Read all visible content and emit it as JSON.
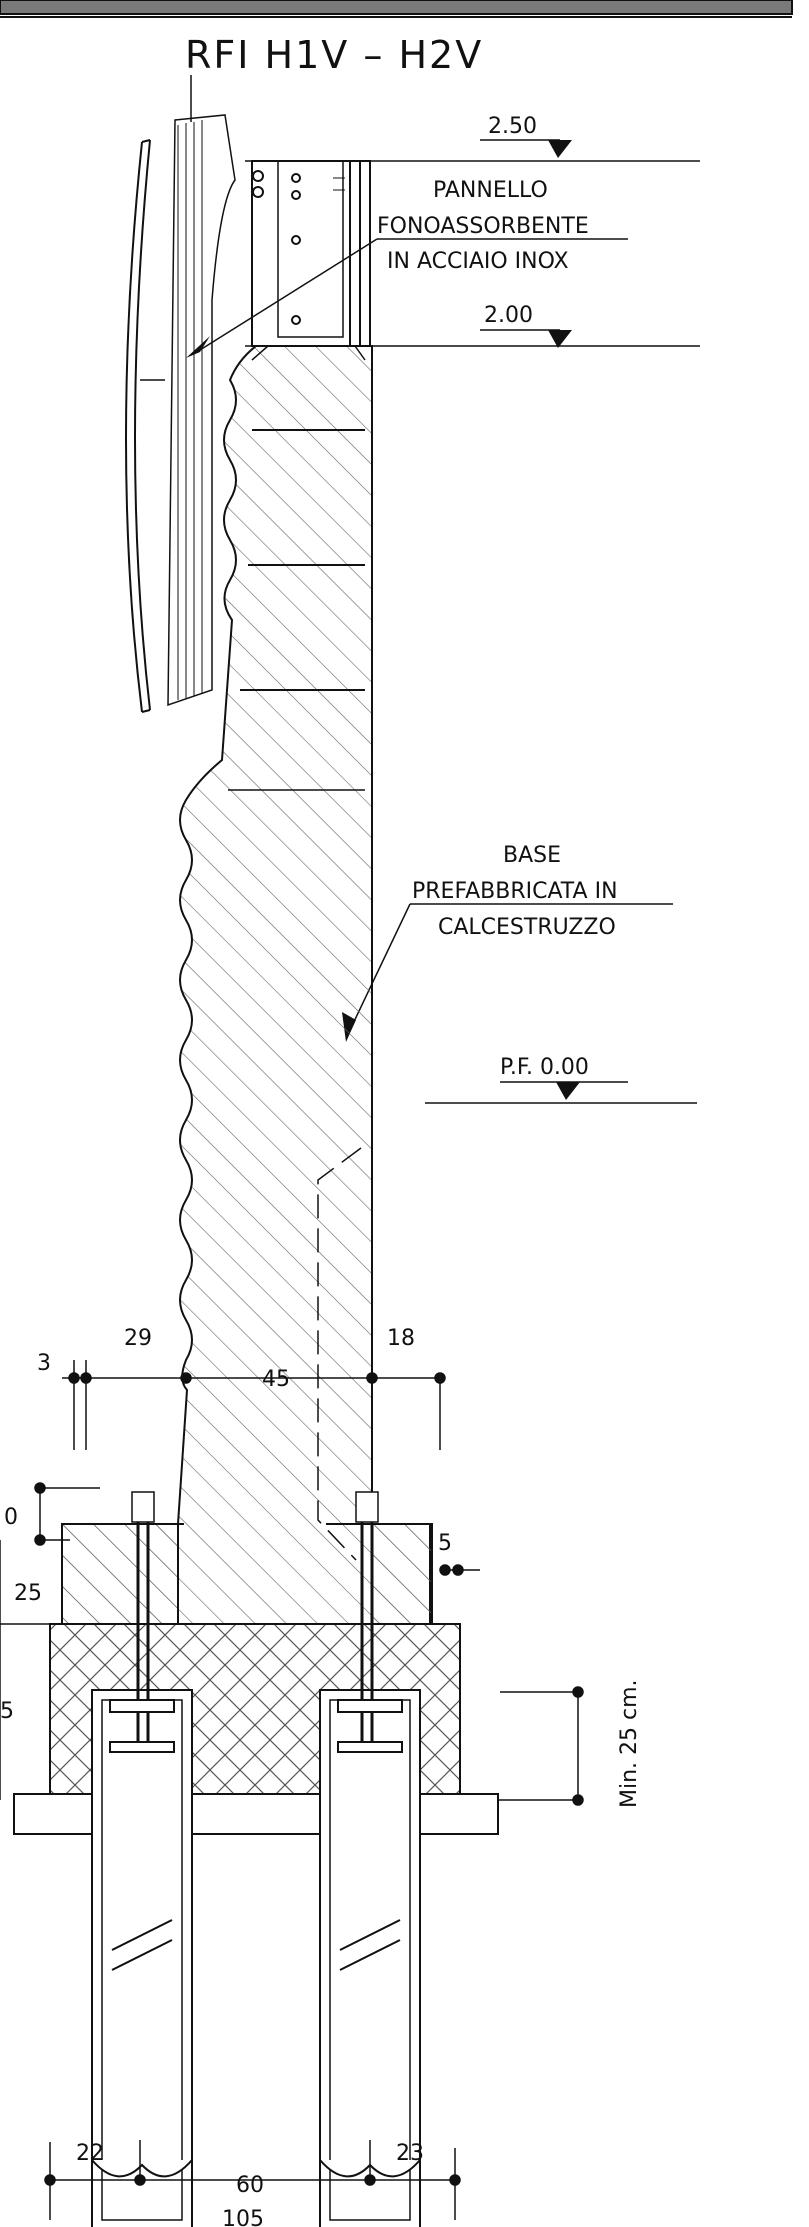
{
  "title": "RFI  H1V – H2V",
  "levels": {
    "top": "2.50",
    "panel_base": "2.00",
    "ground": "P.F.  0.00"
  },
  "notes": {
    "panel": [
      "PANNELLO",
      "FONOASSORBENTE",
      "IN ACCIAIO INOX"
    ],
    "base": [
      "BASE",
      "PREFABBRICATA IN",
      "CALCESTRUZZO"
    ],
    "min_depth": "Min. 25 cm."
  },
  "dimensions": {
    "d3": "3",
    "d29": "29",
    "d45": "45",
    "d18": "18",
    "d10": "0",
    "d25": "25",
    "d5": "5",
    "d_cut": "5",
    "d22": "22",
    "d60": "60",
    "d23": "23",
    "d105": "105"
  },
  "colors": {
    "line": "#111111",
    "hatch": "#6a6a6a",
    "header_bar": "#7a7a7a"
  }
}
